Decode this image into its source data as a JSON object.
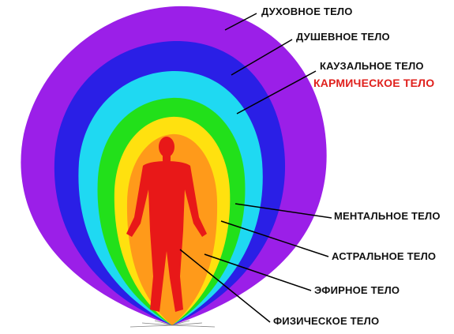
{
  "labels": {
    "spiritual": "ДУХОВНОЕ ТЕЛО",
    "soul": "ДУШЕВНОЕ ТЕЛО",
    "causal": "КАУЗАЛЬНОЕ ТЕЛО",
    "karmic": "КАРМИЧЕСКОЕ ТЕЛО",
    "mental": "МЕНТАЛЬНОЕ ТЕЛО",
    "astral": "АСТРАЛЬНОЕ ТЕЛО",
    "etheric": "ЭФИРНОЕ ТЕЛО",
    "physical": "ФИЗИЧЕСКОЕ ТЕЛО"
  },
  "layer_colors": {
    "spiritual": "#9b1fe8",
    "soul": "#2a1fe6",
    "causal": "#1fd9f2",
    "mental": "#22e01a",
    "astral": "#ffe10f",
    "etheric": "#ff9a1a",
    "physical": "#ff4a10",
    "body": "#e81818"
  },
  "label_accent": "#e0201c"
}
